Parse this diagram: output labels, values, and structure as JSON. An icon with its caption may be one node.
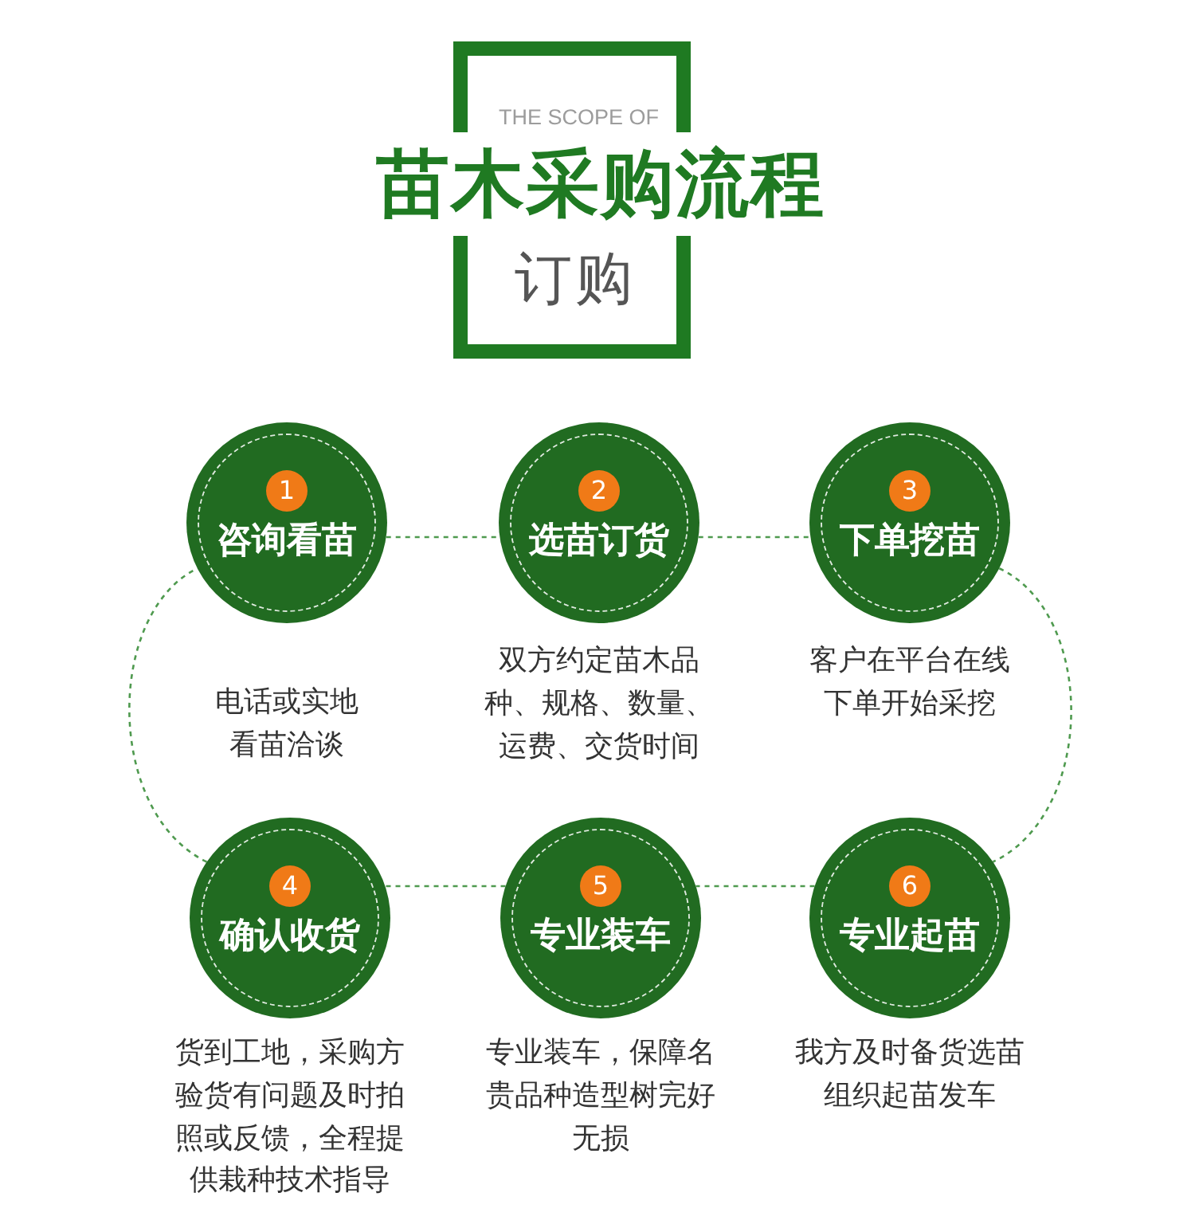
{
  "diagram": {
    "title": "苗木采购流程",
    "nodes": [
      {
        "text": [
          "1",
          "咨询看苗"
        ],
        "beside": [
          "电话或实地看苗洽谈"
        ]
      },
      {
        "text": [
          "2",
          "选苗订货"
        ],
        "beside": [
          "双方约定苗木品种、规格、数量、运费、交货时间"
        ]
      },
      {
        "text": [
          "3",
          "下单挖苗"
        ],
        "beside": [
          "客户在平台在线下单开始采挖"
        ]
      },
      {
        "text": [
          "4",
          "确认收货"
        ],
        "beside": [
          "货到工地，采购方验货有问题及时拍照或反馈，全程提供栽种技术指导"
        ]
      },
      {
        "text": [
          "5",
          "专业装车"
        ],
        "beside": [
          "专业装车，保障名贵品种造型树完好无损"
        ]
      },
      {
        "text": [
          "6",
          "专业起苗"
        ],
        "beside": [
          "我方及时备货选苗组织起苗发车"
        ]
      }
    ],
    "edges": [
      {
        "from": 0,
        "to": 1,
        "arrow": "none",
        "style": "dashed"
      },
      {
        "from": 1,
        "to": 2,
        "arrow": "none",
        "style": "dashed"
      },
      {
        "from": 2,
        "to": 5,
        "arrow": "none",
        "style": "dashed"
      },
      {
        "from": 5,
        "to": 4,
        "arrow": "none",
        "style": "dashed"
      },
      {
        "from": 4,
        "to": 3,
        "arrow": "none",
        "style": "dashed"
      },
      {
        "from": 3,
        "to": 0,
        "arrow": "none",
        "style": "dashed"
      }
    ],
    "labels": [
      "THE SCOPE OF",
      "订购"
    ]
  }
}
